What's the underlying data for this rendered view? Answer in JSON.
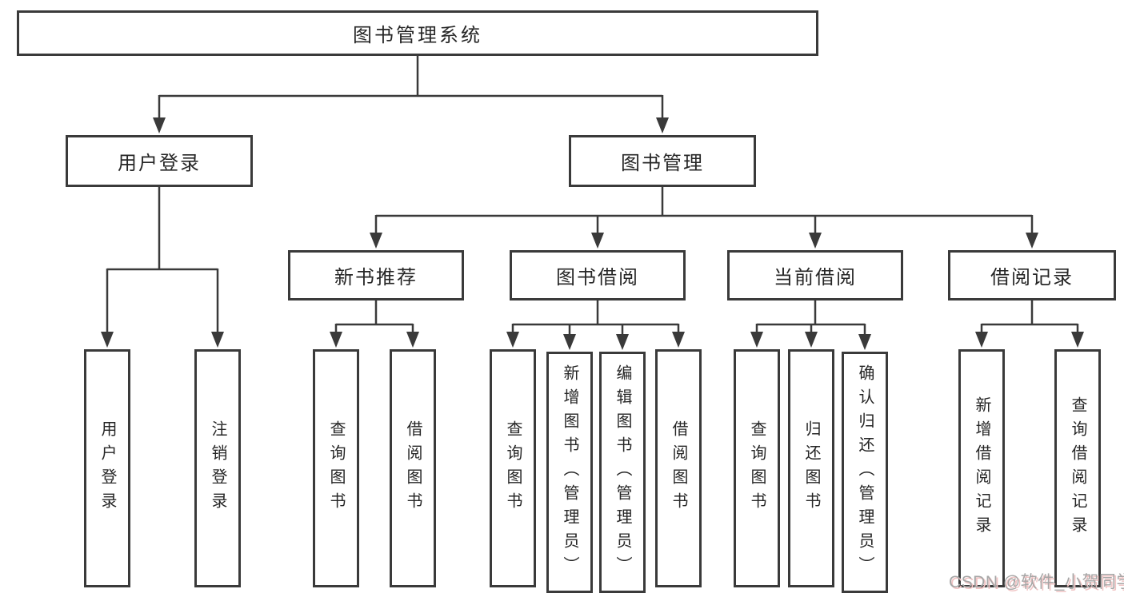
{
  "diagram_type": "functional-structure-tree",
  "colors": {
    "background": "#ffffff",
    "box_border": "#3a3a3a",
    "connector_line": "#3a3a3a",
    "text": "#262626",
    "watermark_text": "#a6a6a6",
    "watermark_shadow": "#f0c3c3"
  },
  "tree": {
    "label": "图书管理系统",
    "children": [
      {
        "label": "用户登录",
        "children": [
          {
            "label": "用户登录"
          },
          {
            "label": "注销登录"
          }
        ]
      },
      {
        "label": "图书管理",
        "children": [
          {
            "label": "新书推荐",
            "children": [
              {
                "label": "查询图书"
              },
              {
                "label": "借阅图书"
              }
            ]
          },
          {
            "label": "图书借阅",
            "children": [
              {
                "label": "查询图书"
              },
              {
                "label": "新增图书（管理员）"
              },
              {
                "label": "编辑图书（管理员）"
              },
              {
                "label": "借阅图书"
              }
            ]
          },
          {
            "label": "当前借阅",
            "children": [
              {
                "label": "查询图书"
              },
              {
                "label": "归还图书"
              },
              {
                "label": "确认归还（管理员）"
              }
            ]
          },
          {
            "label": "借阅记录",
            "children": [
              {
                "label": "新增借阅记录"
              },
              {
                "label": "查询借阅记录"
              }
            ]
          }
        ]
      }
    ]
  },
  "watermark": {
    "text": "CSDN @软件_小贺同学"
  }
}
